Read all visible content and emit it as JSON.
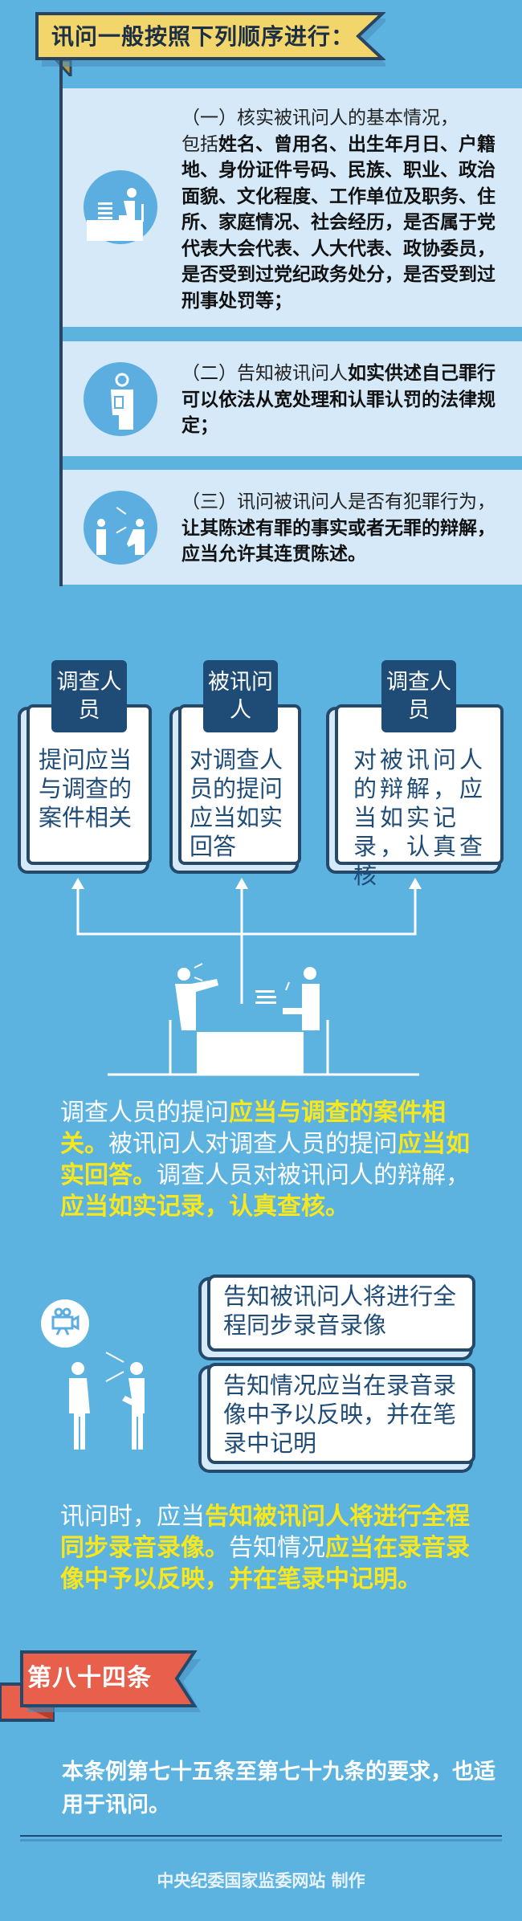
{
  "header": {
    "title": "讯问一般按照下列顺序进行："
  },
  "steps": [
    {
      "icon": "desk-person-icon",
      "lead": "（一）核实被讯问人的基本情况，",
      "prefix": "包括",
      "body": "姓名、曾用名、出生年月日、户籍地、身份证件号码、民族、职业、政治面貌、文化程度、工作单位及职务、住所、家庭情况、社会经历，是否属于党代表大会代表、人大代表、政协委员，是否受到过党纪政务处分，是否受到过刑事处罚等；"
    },
    {
      "icon": "person-document-icon",
      "lead": "（二）告知被讯问人",
      "body": "如实供述自己罪行可以依法从宽处理和认罪认罚的法律规定；"
    },
    {
      "icon": "two-people-talking-icon",
      "lead": "（三）讯问被讯问人是否有犯罪行为，",
      "body": "让其陈述有罪的事实或者无罪的辩解，应当允许其连贯陈述。"
    }
  ],
  "roles": [
    {
      "tab": "调查人员",
      "text": "提问应当与调查的案件相关"
    },
    {
      "tab": "被讯问人",
      "text": "对调查人员的提问应当如实回答"
    },
    {
      "tab": "调查人员",
      "text": "对被讯问人的辩解，应当如实记录，认真查核"
    }
  ],
  "summary1": [
    {
      "t": "调查人员的提问",
      "h": false
    },
    {
      "t": "应当与调查的案件相关。",
      "h": true
    },
    {
      "t": "被讯问人对调查人员的提问",
      "h": false
    },
    {
      "t": "应当如实回答。",
      "h": true
    },
    {
      "t": "调查人员对被讯问人的辩解，",
      "h": false
    },
    {
      "t": "应当如实记录，认真查核。",
      "h": true
    }
  ],
  "notices": [
    "告知被讯问人将进行全程同步录音录像",
    "告知情况应当在录音录像中予以反映，并在笔录中记明"
  ],
  "summary2": [
    {
      "t": "讯问时，应当",
      "h": false
    },
    {
      "t": "告知被讯问人将进行全程同步录音录像。",
      "h": true
    },
    {
      "t": "告知情况",
      "h": false
    },
    {
      "t": "应当在录音录像中予以反映，并在笔录中记明。",
      "h": true
    }
  ],
  "article": {
    "title": "第八十四条",
    "body": "本条例第七十五条至第七十九条的要求，也适用于讯问。"
  },
  "footer": "中央纪委国家监委网站  制作",
  "colors": {
    "background": "#5db3e0",
    "banner": "#f2d56b",
    "ribbon": "#e8604c",
    "navy": "#1f4b77",
    "highlight": "#f8e71c"
  }
}
